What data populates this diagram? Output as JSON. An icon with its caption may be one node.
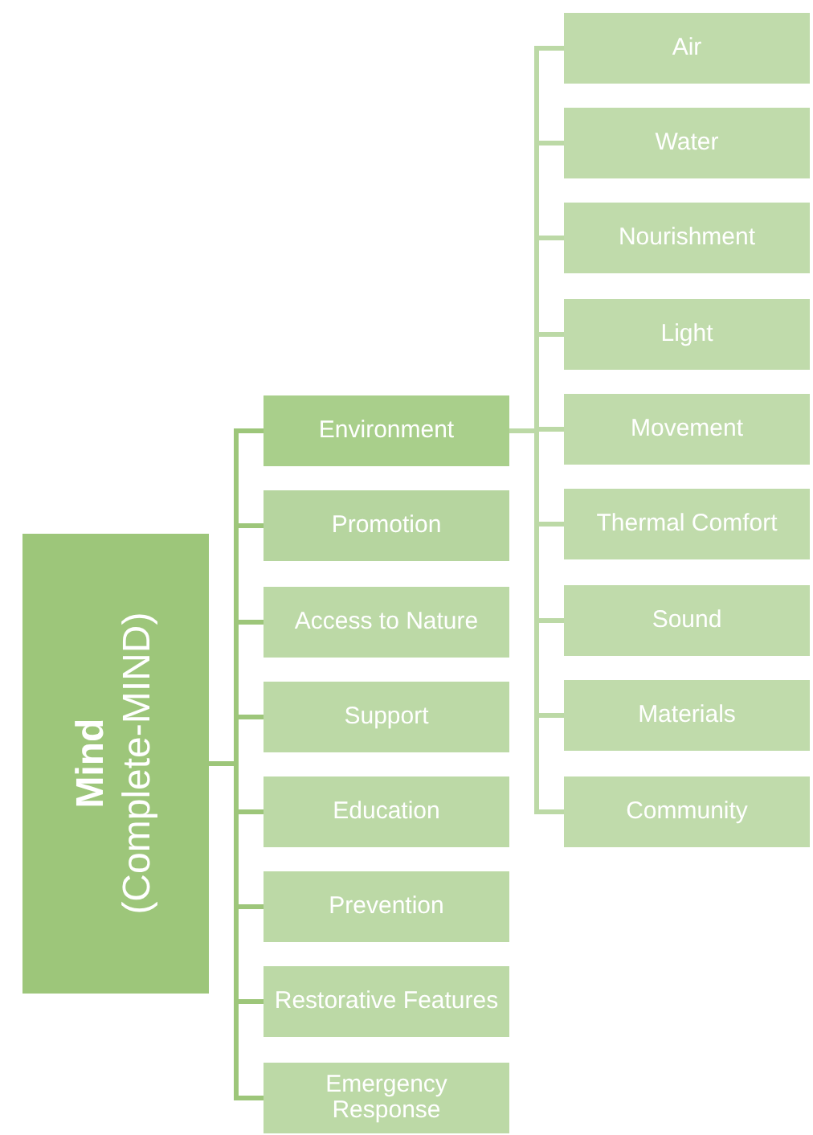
{
  "diagram": {
    "nodes": [
      {
        "text": [
          "Mind",
          "(Complete-MIND)"
        ]
      },
      {
        "text": [
          "Environment"
        ]
      },
      {
        "text": [
          "Promotion"
        ]
      },
      {
        "text": [
          "Access to Nature"
        ]
      },
      {
        "text": [
          "Support"
        ]
      },
      {
        "text": [
          "Education"
        ]
      },
      {
        "text": [
          "Prevention"
        ]
      },
      {
        "text": [
          "Restorative Features"
        ]
      },
      {
        "text": [
          "Emergency Response"
        ]
      },
      {
        "text": [
          "Air"
        ]
      },
      {
        "text": [
          "Water"
        ]
      },
      {
        "text": [
          "Nourishment"
        ]
      },
      {
        "text": [
          "Light"
        ]
      },
      {
        "text": [
          "Movement"
        ]
      },
      {
        "text": [
          "Thermal Comfort"
        ]
      },
      {
        "text": [
          "Sound"
        ]
      },
      {
        "text": [
          "Materials"
        ]
      },
      {
        "text": [
          "Community"
        ]
      }
    ],
    "edges": [
      {
        "from": 0,
        "to": 1,
        "arrow": "none"
      },
      {
        "from": 0,
        "to": 2,
        "arrow": "none"
      },
      {
        "from": 0,
        "to": 3,
        "arrow": "none"
      },
      {
        "from": 0,
        "to": 4,
        "arrow": "none"
      },
      {
        "from": 0,
        "to": 5,
        "arrow": "none"
      },
      {
        "from": 0,
        "to": 6,
        "arrow": "none"
      },
      {
        "from": 0,
        "to": 7,
        "arrow": "none"
      },
      {
        "from": 0,
        "to": 8,
        "arrow": "none"
      },
      {
        "from": 1,
        "to": 9,
        "arrow": "none"
      },
      {
        "from": 1,
        "to": 10,
        "arrow": "none"
      },
      {
        "from": 1,
        "to": 11,
        "arrow": "none"
      },
      {
        "from": 1,
        "to": 12,
        "arrow": "none"
      },
      {
        "from": 1,
        "to": 13,
        "arrow": "none"
      },
      {
        "from": 1,
        "to": 14,
        "arrow": "none"
      },
      {
        "from": 1,
        "to": 15,
        "arrow": "none"
      },
      {
        "from": 1,
        "to": 16,
        "arrow": "none"
      },
      {
        "from": 1,
        "to": 17,
        "arrow": "none"
      }
    ]
  }
}
